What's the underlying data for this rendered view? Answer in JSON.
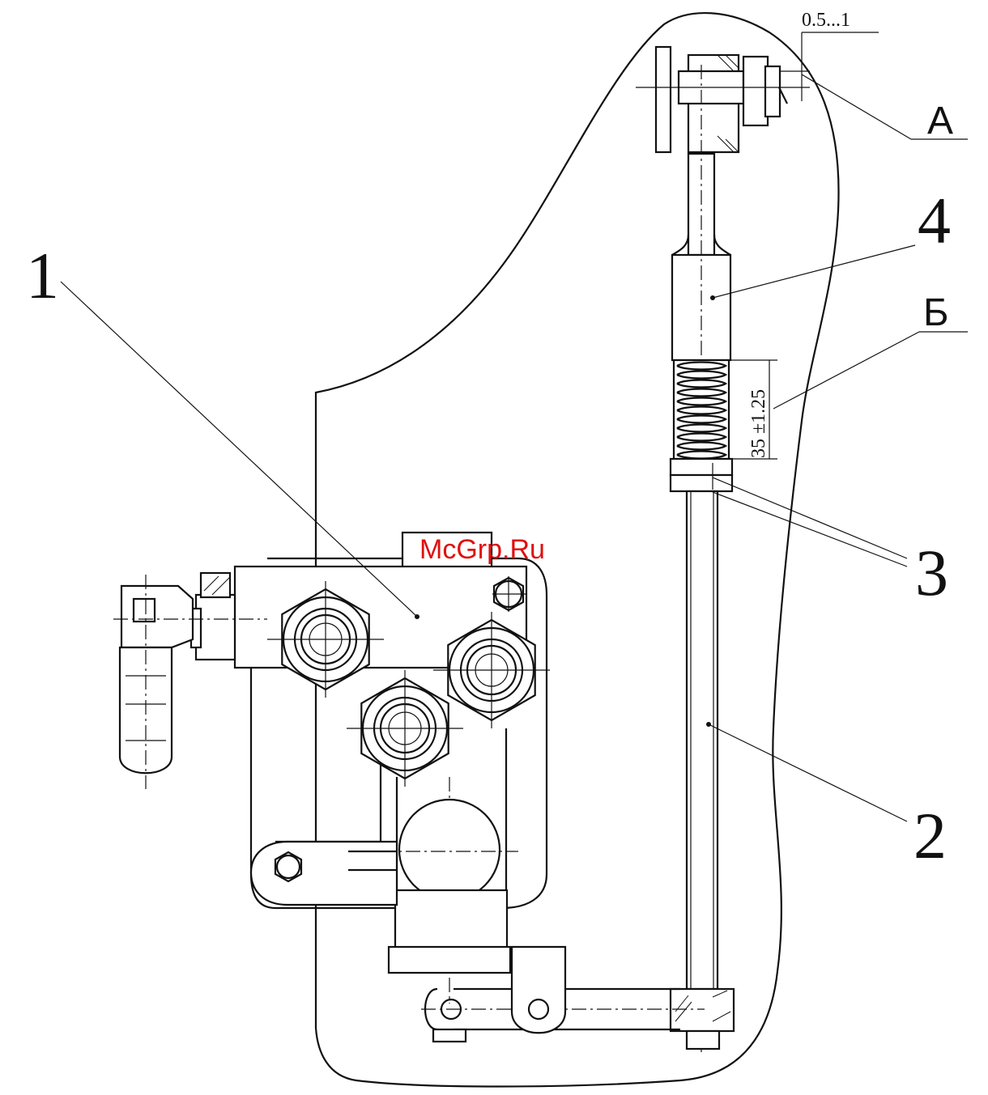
{
  "callouts": {
    "c1": "1",
    "c2": "2",
    "c3": "3",
    "c4": "4"
  },
  "letters": {
    "a": "А",
    "b": "Б"
  },
  "dimensions": {
    "gap": "0.5...1",
    "spring_length": "35 ±1.25"
  },
  "watermark": "McGrp.Ru"
}
